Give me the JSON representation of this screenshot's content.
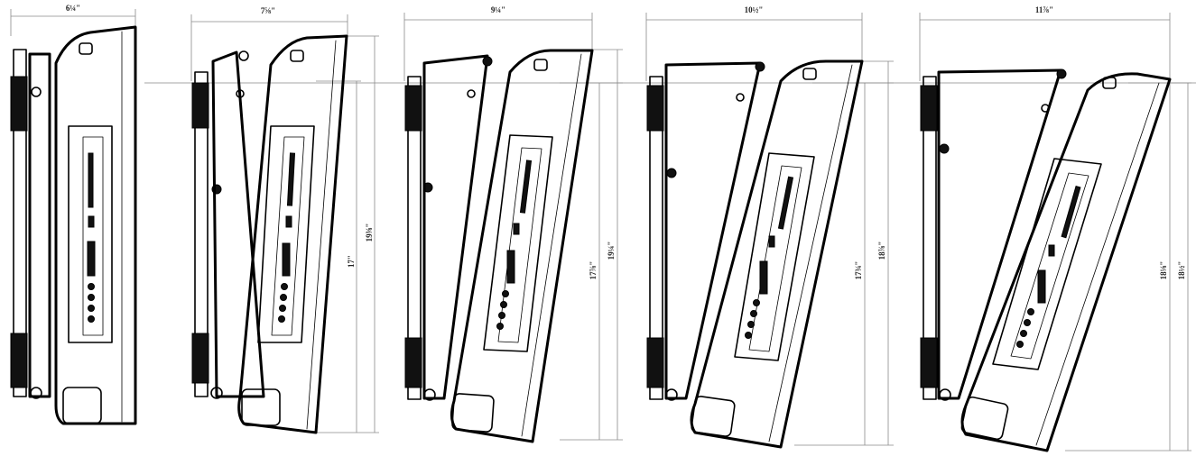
{
  "panels": [
    {
      "id": "p1",
      "width_label": "6¼\"",
      "height_labels": []
    },
    {
      "id": "p2",
      "width_label": "7⅝\"",
      "height_labels": [
        "17\"",
        "19⅜\""
      ]
    },
    {
      "id": "p3",
      "width_label": "9¼\"",
      "height_labels": [
        "17⅞\"",
        "19¼\""
      ]
    },
    {
      "id": "p4",
      "width_label": "10½\"",
      "height_labels": [
        "17¾\"",
        "18⅞\""
      ]
    },
    {
      "id": "p5",
      "width_label": "11⅞\"",
      "height_labels": [
        "18⅛\"",
        "18½\""
      ]
    }
  ]
}
